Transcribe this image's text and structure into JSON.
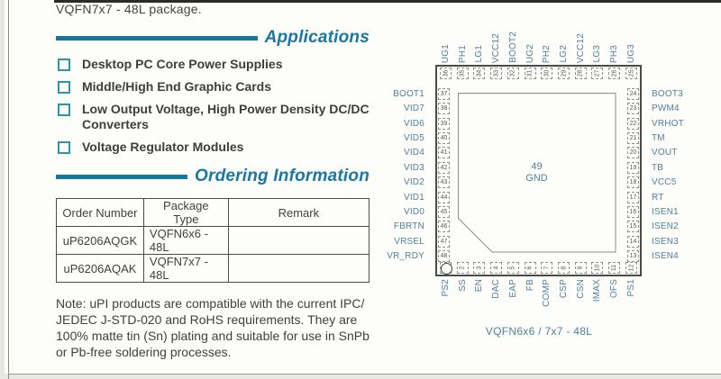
{
  "page": {
    "top_title": "VQFN7x7 - 48L package.",
    "applications": {
      "heading": "Applications",
      "items": [
        "Desktop PC Core Power Supplies",
        "Middle/High End Graphic Cards",
        "Low Output Voltage, High Power Density DC/DC Converters",
        "Voltage Regulator Modules"
      ]
    },
    "ordering": {
      "heading": "Ordering Information",
      "table": {
        "headers": [
          "Order Number",
          "Package Type",
          "Remark"
        ],
        "rows": [
          [
            "uP6206AQGK",
            "VQFN6x6 - 48L",
            ""
          ],
          [
            "uP6206AQAK",
            "VQFN7x7 - 48L",
            ""
          ]
        ]
      }
    },
    "note": "Note: uPI products are compatible with the current IPC/ JEDEC J-STD-020 and RoHS requirements. They are 100% matte tin (Sn) plating and suitable for use in SnPb or Pb-free soldering processes."
  },
  "chip": {
    "center_pin": "49",
    "center_label": "GND",
    "caption": "VQFN6x6 / 7x7  -  48L",
    "pins": {
      "top": [
        {
          "num": "36",
          "label": "UG1"
        },
        {
          "num": "35",
          "label": "PH1"
        },
        {
          "num": "34",
          "label": "LG1"
        },
        {
          "num": "33",
          "label": "VCC12"
        },
        {
          "num": "32",
          "label": "BOOT2"
        },
        {
          "num": "31",
          "label": "UG2"
        },
        {
          "num": "30",
          "label": "PH2"
        },
        {
          "num": "29",
          "label": "LG2"
        },
        {
          "num": "28",
          "label": "VCC12"
        },
        {
          "num": "27",
          "label": "LG3"
        },
        {
          "num": "26",
          "label": "PH3"
        },
        {
          "num": "25",
          "label": "UG3"
        }
      ],
      "left": [
        {
          "num": "37",
          "label": "BOOT1"
        },
        {
          "num": "38",
          "label": "VID7"
        },
        {
          "num": "39",
          "label": "VID6"
        },
        {
          "num": "40",
          "label": "VID5"
        },
        {
          "num": "41",
          "label": "VID4"
        },
        {
          "num": "42",
          "label": "VID3"
        },
        {
          "num": "43",
          "label": "VID2"
        },
        {
          "num": "44",
          "label": "VID1"
        },
        {
          "num": "45",
          "label": "VID0"
        },
        {
          "num": "46",
          "label": "FBRTN"
        },
        {
          "num": "47",
          "label": "VRSEL"
        },
        {
          "num": "48",
          "label": "VR_RDY"
        }
      ],
      "right": [
        {
          "num": "24",
          "label": "BOOT3"
        },
        {
          "num": "23",
          "label": "PWM4"
        },
        {
          "num": "22",
          "label": "VRHOT"
        },
        {
          "num": "21",
          "label": "TM"
        },
        {
          "num": "20",
          "label": "VOUT"
        },
        {
          "num": "19",
          "label": "TB"
        },
        {
          "num": "18",
          "label": "VCC5"
        },
        {
          "num": "17",
          "label": "RT"
        },
        {
          "num": "16",
          "label": "ISEN1"
        },
        {
          "num": "15",
          "label": "ISEN2"
        },
        {
          "num": "14",
          "label": "ISEN3"
        },
        {
          "num": "13",
          "label": "ISEN4"
        }
      ],
      "bottom": [
        {
          "num": "1",
          "label": "PS2"
        },
        {
          "num": "2",
          "label": "SS"
        },
        {
          "num": "3",
          "label": "EN"
        },
        {
          "num": "4",
          "label": "DAC"
        },
        {
          "num": "5",
          "label": "EAP"
        },
        {
          "num": "6",
          "label": "FB"
        },
        {
          "num": "7",
          "label": "COMP"
        },
        {
          "num": "8",
          "label": "CSP"
        },
        {
          "num": "9",
          "label": "CSN"
        },
        {
          "num": "10",
          "label": "IMAX"
        },
        {
          "num": "11",
          "label": "OFS"
        },
        {
          "num": "12",
          "label": "PS1"
        }
      ]
    }
  },
  "colors": {
    "accent_teal": "#17779e",
    "heading_teal": "#1877a4",
    "pin_label_blue": "#4f7f9e",
    "body_text": "#3f3f3f"
  }
}
